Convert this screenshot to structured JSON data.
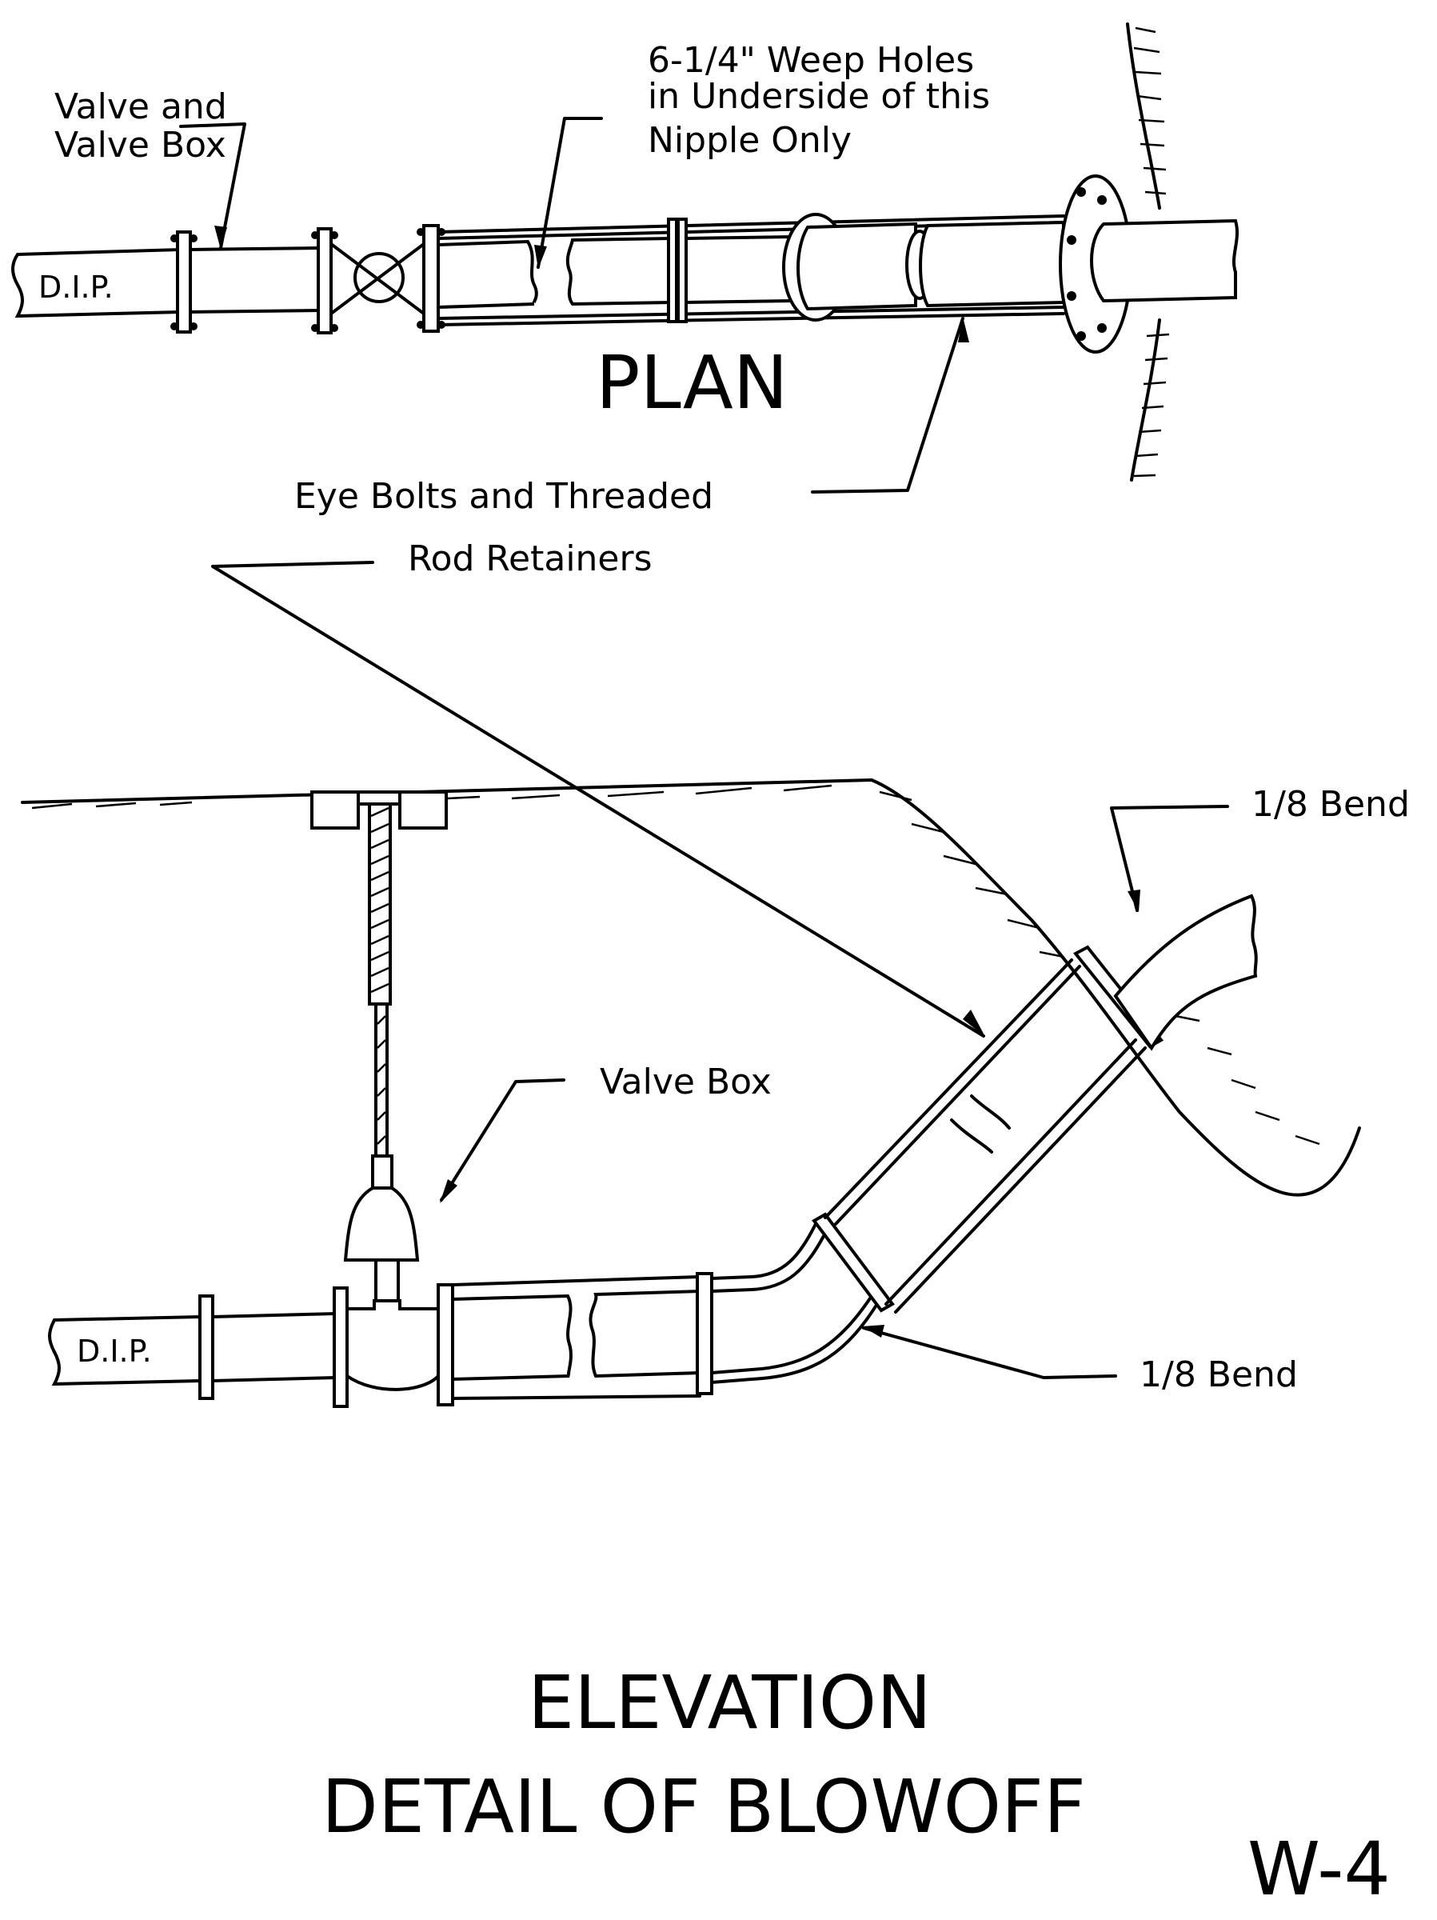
{
  "drawing": {
    "sheet_id": "W-4",
    "plan": {
      "view_title": "PLAN",
      "pipe_label": "D.I.P.",
      "callouts": {
        "valve": [
          "Valve and",
          "Valve Box"
        ],
        "weep_holes": [
          "6-1/4\" Weep Holes",
          "in Underside of this",
          "Nipple Only"
        ],
        "eye_bolts": [
          "Eye Bolts and Threaded",
          "Rod Retainers"
        ]
      }
    },
    "elevation": {
      "view_title": "ELEVATION",
      "pipe_label": "D.I.P.",
      "callouts": {
        "valve_box": "Valve Box",
        "bend_upper": "1/8 Bend",
        "bend_lower": "1/8 Bend"
      }
    },
    "detail_title": "DETAIL OF BLOWOFF"
  },
  "colors": {
    "ink": "#000000",
    "paper": "#ffffff"
  }
}
